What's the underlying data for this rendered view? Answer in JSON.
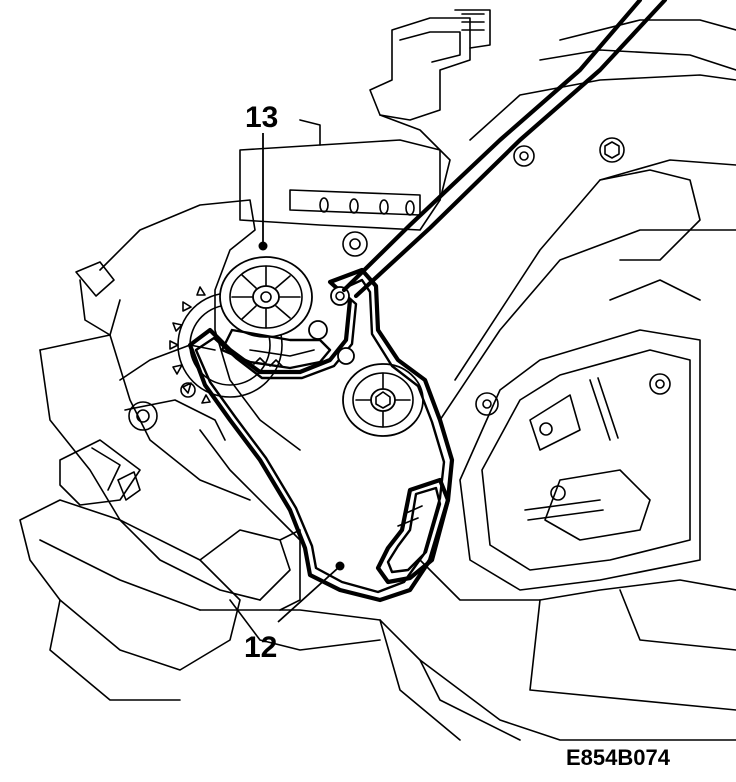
{
  "labels": {
    "motor_callout": "13",
    "bracket_callout": "12"
  },
  "figure_code": "E854B074",
  "colors": {
    "line": "#000000",
    "background": "#ffffff"
  }
}
